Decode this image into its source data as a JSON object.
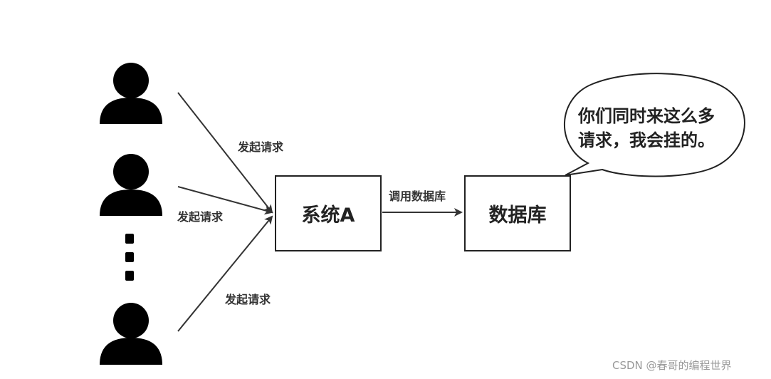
{
  "nodes": {
    "system": "系统A",
    "database": "数据库"
  },
  "edges": {
    "request_1": "发起请求",
    "request_2": "发起请求",
    "request_3": "发起请求",
    "call_db": "调用数据库"
  },
  "bubble": {
    "text": "你们同时来这么多\n请求，我会挂的。"
  },
  "watermark": "CSDN @春哥的编程世界",
  "colors": {
    "stroke": "#222222",
    "background": "#ffffff"
  },
  "icons": [
    "user-icon",
    "user-icon",
    "user-icon",
    "ellipsis-dots-icon"
  ]
}
